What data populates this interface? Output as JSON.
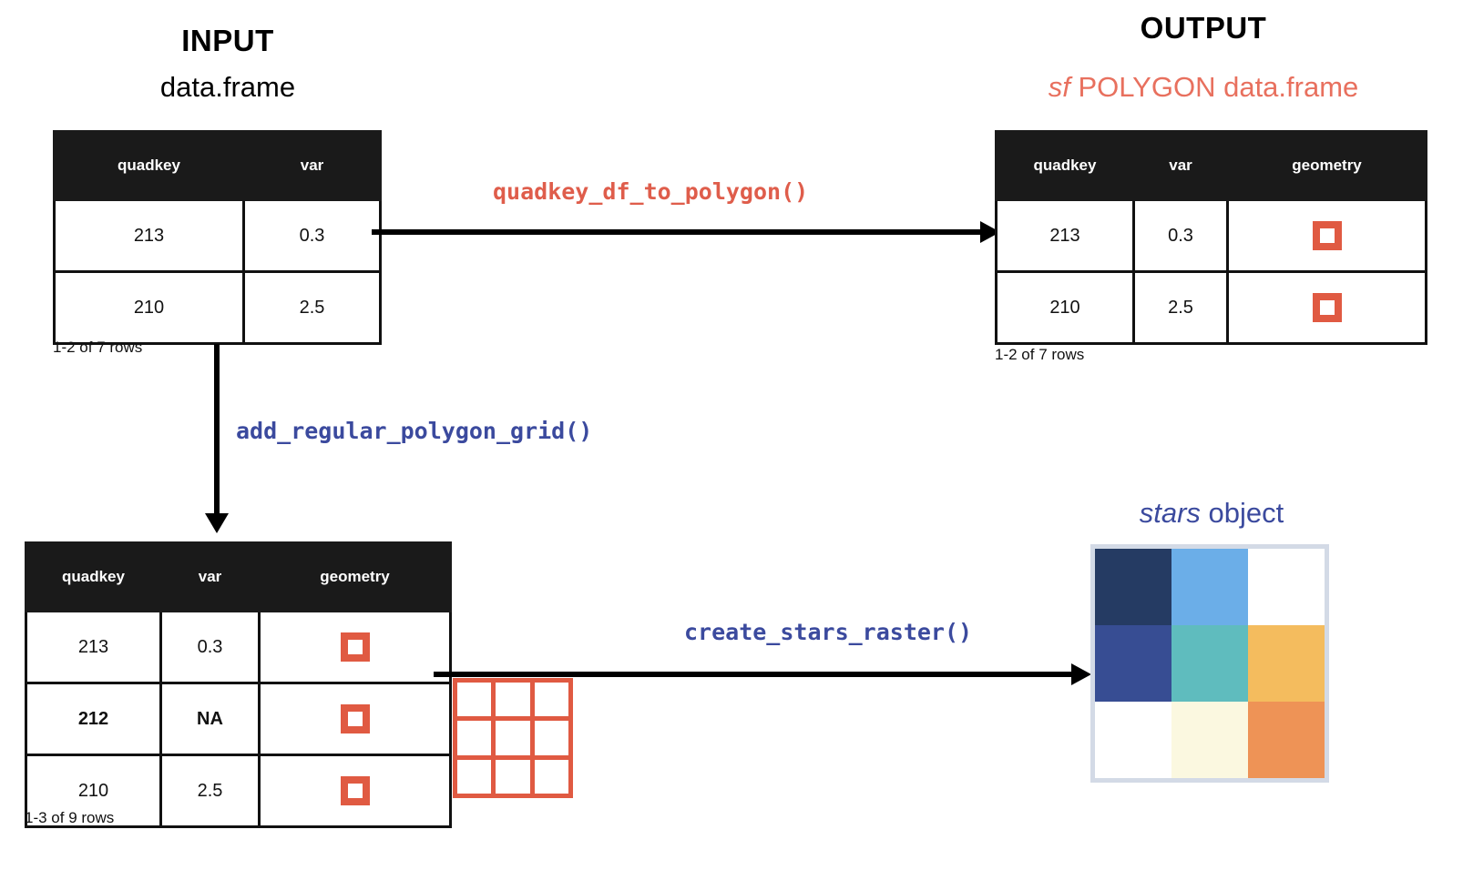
{
  "colors": {
    "accent_orange": "#E05A42",
    "accent_salmon": "#E8705E",
    "code_red": "#DF5D4B",
    "navy": "#3B4A9E",
    "header_black": "#1A1A1A",
    "raster_border": "#D3DAE6"
  },
  "input_panel": {
    "title": "INPUT",
    "subtitle": "data.frame",
    "columns": [
      "quadkey",
      "var"
    ],
    "rows": [
      {
        "quadkey": "213",
        "var": "0.3"
      },
      {
        "quadkey": "210",
        "var": "2.5"
      }
    ],
    "row_count_label": "1-2 of 7 rows"
  },
  "output_panel": {
    "title": "OUTPUT",
    "subtitle_italic": "sf",
    "subtitle_rest": " POLYGON data.frame",
    "columns": [
      "quadkey",
      "var",
      "geometry"
    ],
    "rows": [
      {
        "quadkey": "213",
        "var": "0.3",
        "geometry": "polygon-square"
      },
      {
        "quadkey": "210",
        "var": "2.5",
        "geometry": "polygon-square"
      }
    ],
    "row_count_label": "1-2 of 7 rows"
  },
  "grid_panel": {
    "columns": [
      "quadkey",
      "var",
      "geometry"
    ],
    "rows": [
      {
        "quadkey": "213",
        "var": "0.3",
        "geometry": "polygon-square",
        "highlight": false
      },
      {
        "quadkey": "212",
        "var": "NA",
        "geometry": "polygon-square",
        "highlight": true
      },
      {
        "quadkey": "210",
        "var": "2.5",
        "geometry": "polygon-square",
        "highlight": false
      }
    ],
    "row_count_label": "1-3 of 9 rows"
  },
  "stars_panel": {
    "title_italic": "stars",
    "title_rest": " object",
    "raster_cells": [
      "#253B63",
      "#6BAEE8",
      "#FFFFFF",
      "#374D93",
      "#5FBCBE",
      "#F4BC5E",
      "#FFFFFF",
      "#FBF8E0",
      "#EE9356"
    ]
  },
  "functions": {
    "quadkey_df_to_polygon": "quadkey_df_to_polygon()",
    "add_regular_polygon_grid": "add_regular_polygon_grid()",
    "create_stars_raster": "create_stars_raster()"
  },
  "polygon_grid_glyph": {
    "rows": 3,
    "cols": 3,
    "color": "#E05A42"
  }
}
